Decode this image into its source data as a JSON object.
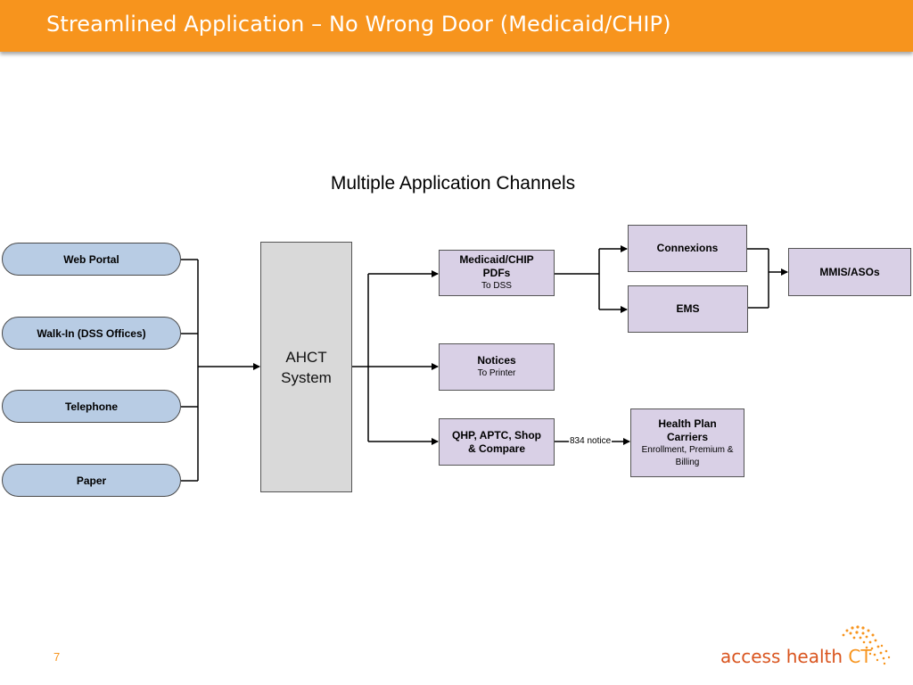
{
  "header": {
    "title": "Streamlined Application – No Wrong Door (Medicaid/CHIP)"
  },
  "diagram": {
    "title": "Multiple Application Channels",
    "channels": [
      "Web Portal",
      "Walk-In (DSS Offices)",
      "Telephone",
      "Paper"
    ],
    "system": {
      "line1": "AHCT",
      "line2": "System"
    },
    "medicaid_box": {
      "title_line1": "Medicaid/CHIP",
      "title_line2": "PDFs",
      "subtitle": "To DSS"
    },
    "notices_box": {
      "title": "Notices",
      "subtitle": "To Printer"
    },
    "qhp_box": {
      "title_line1": "QHP, APTC, Shop",
      "title_line2": "& Compare"
    },
    "carriers_box": {
      "title_line1": "Health Plan",
      "title_line2": "Carriers",
      "subtitle_line1": "Enrollment, Premium &",
      "subtitle_line2": "Billing"
    },
    "connexions_box": {
      "title": "Connexions"
    },
    "ems_box": {
      "title": "EMS"
    },
    "mmis_box": {
      "title": "MMIS/ASOs"
    },
    "edge_label": "834 notice"
  },
  "footer": {
    "page_number": "7",
    "logo": {
      "text_main": "access health ",
      "text_accent": "CT"
    }
  },
  "colors": {
    "header": "#f7941d",
    "channel_fill": "#b8cce4",
    "system_fill": "#d9d9d9",
    "box_fill": "#d9d0e6",
    "logo_main": "#d9541e",
    "logo_accent": "#f7941d"
  }
}
